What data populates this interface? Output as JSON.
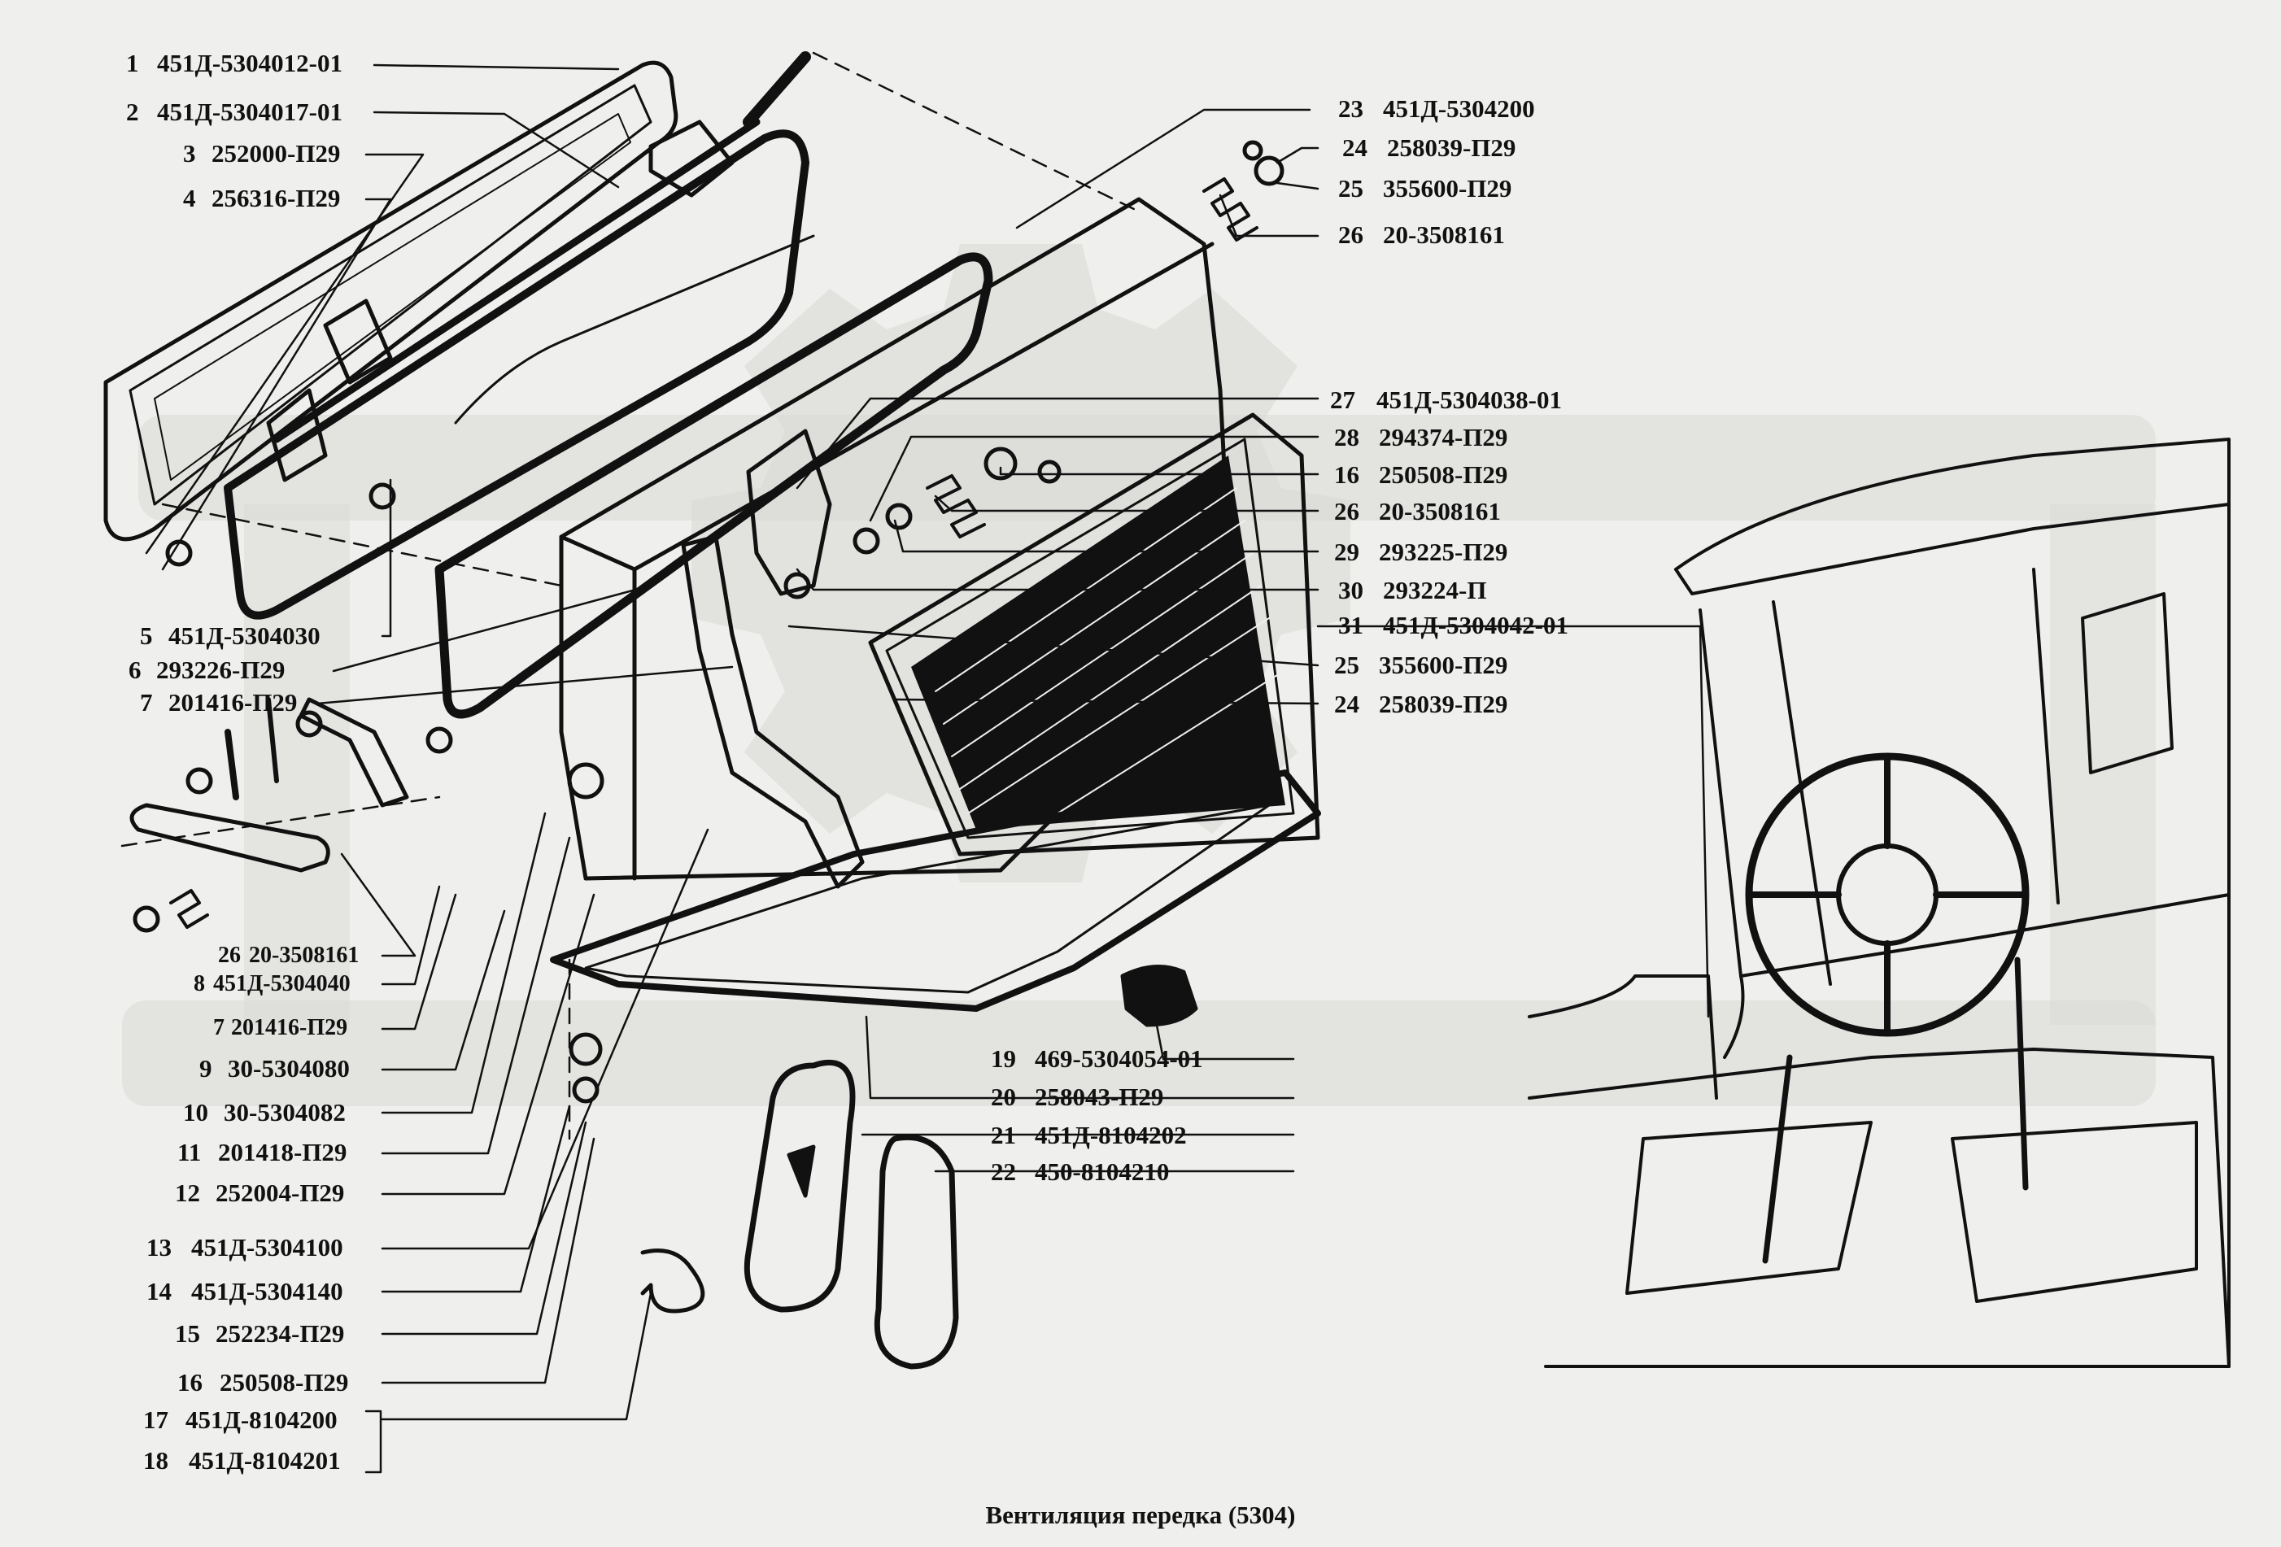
{
  "caption": "Вентиляция передка (5304)",
  "callouts": [
    {
      "n": "1",
      "code": "451Д-5304012-01"
    },
    {
      "n": "2",
      "code": "451Д-5304017-01"
    },
    {
      "n": "3",
      "code": "252000-П29"
    },
    {
      "n": "4",
      "code": "256316-П29"
    },
    {
      "n": "5",
      "code": "451Д-5304030"
    },
    {
      "n": "6",
      "code": "293226-П29"
    },
    {
      "n": "7",
      "code": "201416-П29"
    },
    {
      "n": "26",
      "code": "20-3508161"
    },
    {
      "n": "8",
      "code": "451Д-5304040"
    },
    {
      "n": "7",
      "code": "201416-П29"
    },
    {
      "n": "9",
      "code": "30-5304080"
    },
    {
      "n": "10",
      "code": "30-5304082"
    },
    {
      "n": "11",
      "code": "201418-П29"
    },
    {
      "n": "12",
      "code": "252004-П29"
    },
    {
      "n": "13",
      "code": "451Д-5304100"
    },
    {
      "n": "14",
      "code": "451Д-5304140"
    },
    {
      "n": "15",
      "code": "252234-П29"
    },
    {
      "n": "16",
      "code": "250508-П29"
    },
    {
      "n": "17",
      "code": "451Д-8104200"
    },
    {
      "n": "18",
      "code": "451Д-8104201"
    },
    {
      "n": "23",
      "code": "451Д-5304200"
    },
    {
      "n": "24",
      "code": "258039-П29"
    },
    {
      "n": "25",
      "code": "355600-П29"
    },
    {
      "n": "26",
      "code": "20-3508161"
    },
    {
      "n": "27",
      "code": "451Д-5304038-01"
    },
    {
      "n": "28",
      "code": "294374-П29"
    },
    {
      "n": "16",
      "code": "250508-П29"
    },
    {
      "n": "26",
      "code": "20-3508161"
    },
    {
      "n": "29",
      "code": "293225-П29"
    },
    {
      "n": "30",
      "code": "293224-П"
    },
    {
      "n": "31",
      "code": "451Д-5304042-01"
    },
    {
      "n": "25",
      "code": "355600-П29"
    },
    {
      "n": "24",
      "code": "258039-П29"
    },
    {
      "n": "19",
      "code": "469-5304054-01"
    },
    {
      "n": "20",
      "code": "258043-П29"
    },
    {
      "n": "21",
      "code": "451Д-8104202"
    },
    {
      "n": "22",
      "code": "450-8104210"
    }
  ],
  "colors": {
    "background": "#efefed",
    "ink": "#111111",
    "watermark": "#d9d9d6"
  }
}
